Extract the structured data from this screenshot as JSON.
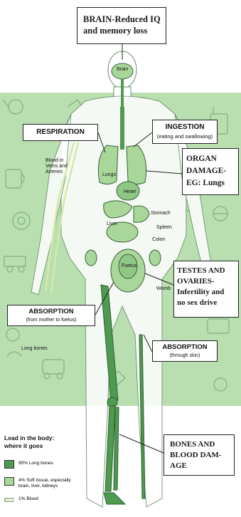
{
  "colors": {
    "background_panel": "#b9dfb1",
    "long_bones": "#4e9a50",
    "soft_tissue": "#a9d79a",
    "blood": "#cfe9a6",
    "outline": "#3a5f3a"
  },
  "callouts": {
    "brain": "BRAIN-Reduced IQ\nand memory loss",
    "respiration": "RESPIRATION",
    "ingestion_title": "INGESTION",
    "ingestion_sub": "(eating and swallowing)",
    "organ_damage": "ORGAN\nDAMAGE-\nEG: Lungs",
    "testes": "TESTES AND\nOVARIES-\nInfertility and\nno sex drive",
    "absorption_mother_title": "ABSORPTION",
    "absorption_mother_sub": "(from mother to foetus)",
    "absorption_skin_title": "ABSORPTION",
    "absorption_skin_sub": "(through skin)",
    "bones": "BONES AND\nBLOOD DAM-\nAGE"
  },
  "organ_labels": {
    "brain": "Brain",
    "blood_veins": "Blood in\nVeins and\nArteries",
    "lungs": "Lungs",
    "heart": "Heart",
    "stomach": "Stomach",
    "liver": "Liver",
    "spleen": "Spleen",
    "colon": "Colon",
    "foetus": "Foetus",
    "womb": "Womb",
    "long_bones": "Long bones"
  },
  "legend": {
    "title": "Lead in the body:\nwhere it goes",
    "items": [
      {
        "label": "95% Long bones"
      },
      {
        "label": "4% Soft tissue, especially\nbrain, liver, kidneys"
      },
      {
        "label": "1% Blood"
      }
    ]
  }
}
